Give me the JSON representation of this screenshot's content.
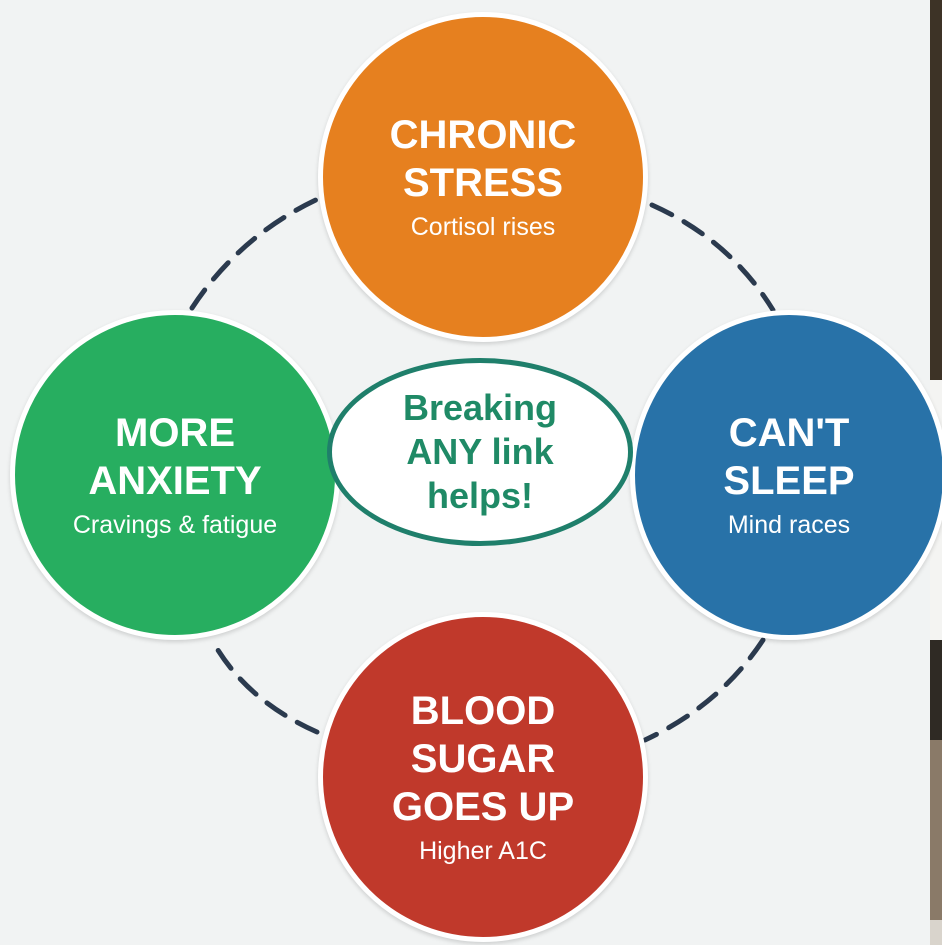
{
  "colors": {
    "top": "#e6801f",
    "right": "#2872a8",
    "bottom": "#c0392b",
    "left": "#27ae60",
    "center_text": "#1f8a66",
    "link": "#2b3a4e",
    "background": "#f1f3f3"
  },
  "nodes": {
    "top": {
      "title_lines": [
        "CHRONIC",
        "STRESS"
      ],
      "sub": "Cortisol rises"
    },
    "right": {
      "title_lines": [
        "CAN'T",
        "SLEEP"
      ],
      "sub": "Mind races"
    },
    "bottom": {
      "title_lines": [
        "BLOOD",
        "SUGAR",
        "GOES UP"
      ],
      "sub": "Higher A1C"
    },
    "left": {
      "title_lines": [
        "MORE",
        "ANXIETY"
      ],
      "sub": "Cravings & fatigue"
    }
  },
  "center": {
    "lines": [
      "Breaking",
      "ANY link",
      "helps!"
    ]
  }
}
